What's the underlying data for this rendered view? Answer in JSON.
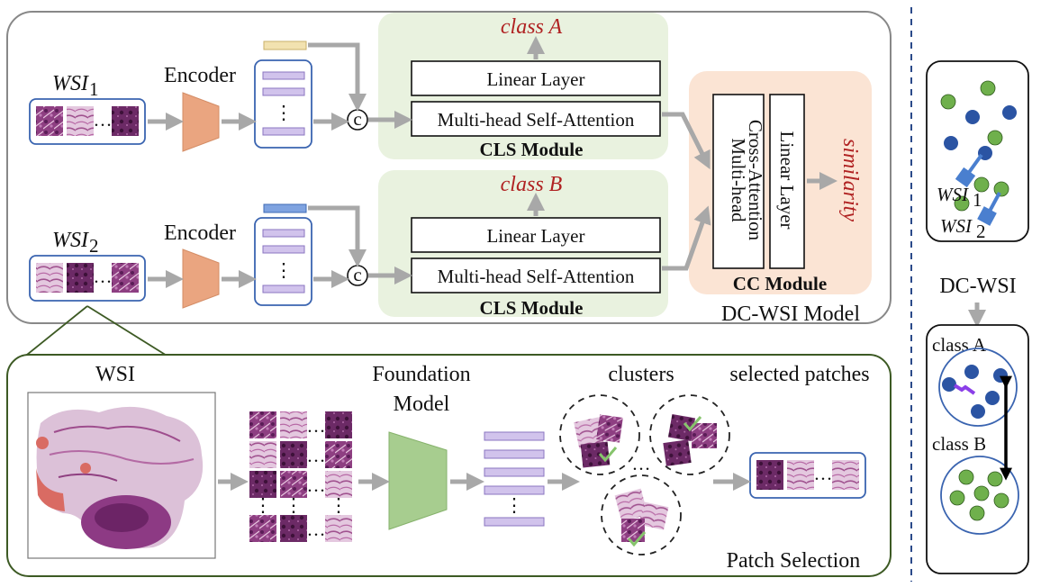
{
  "main_model": {
    "title": "DC-WSI Model",
    "branch_1": {
      "wsi_label": "WSI",
      "wsi_subscript": "1",
      "encoder_label": "Encoder",
      "class_output": "class A"
    },
    "branch_2": {
      "wsi_label": "WSI",
      "wsi_subscript": "2",
      "encoder_label": "Encoder",
      "class_output": "class B"
    },
    "concat_symbol": "c",
    "cls_module": {
      "title": "CLS Module",
      "linear_layer": "Linear Layer",
      "attention": "Multi-head Self-Attention"
    },
    "cc_module": {
      "title": "CC Module",
      "cross_attention_line1": "Multi-head",
      "cross_attention_line2": "Cross-Attention",
      "linear_layer": "Linear Layer",
      "output": "similarity"
    }
  },
  "patch_selection": {
    "title": "Patch Selection",
    "wsi_label": "WSI",
    "foundation_line1": "Foundation",
    "foundation_line2": "Model",
    "clusters_label": "clusters",
    "selected_label": "selected patches"
  },
  "embedding_space": {
    "top_panel": {
      "wsi1_label": "WSI",
      "wsi1_subscript": "1",
      "wsi2_label": "WSI",
      "wsi2_subscript": "2"
    },
    "transition_label": "DC-WSI",
    "bottom_panel": {
      "class_a_label": "class A",
      "class_b_label": "class B"
    }
  },
  "colors": {
    "encoder": "#eaa580",
    "foundation": "#a7cd8f",
    "cls_bg": "#e9f2df",
    "cc_bg": "#fbe4d4",
    "token": "#d1c3ec",
    "cls_token_1": "#f2e2b0",
    "cls_token_2": "#7fa3e0",
    "dot_green": "#6fb04c",
    "dot_blue": "#2b54a3",
    "similarity_red": "#b02222",
    "arrow_gray": "#a8a8a8"
  }
}
